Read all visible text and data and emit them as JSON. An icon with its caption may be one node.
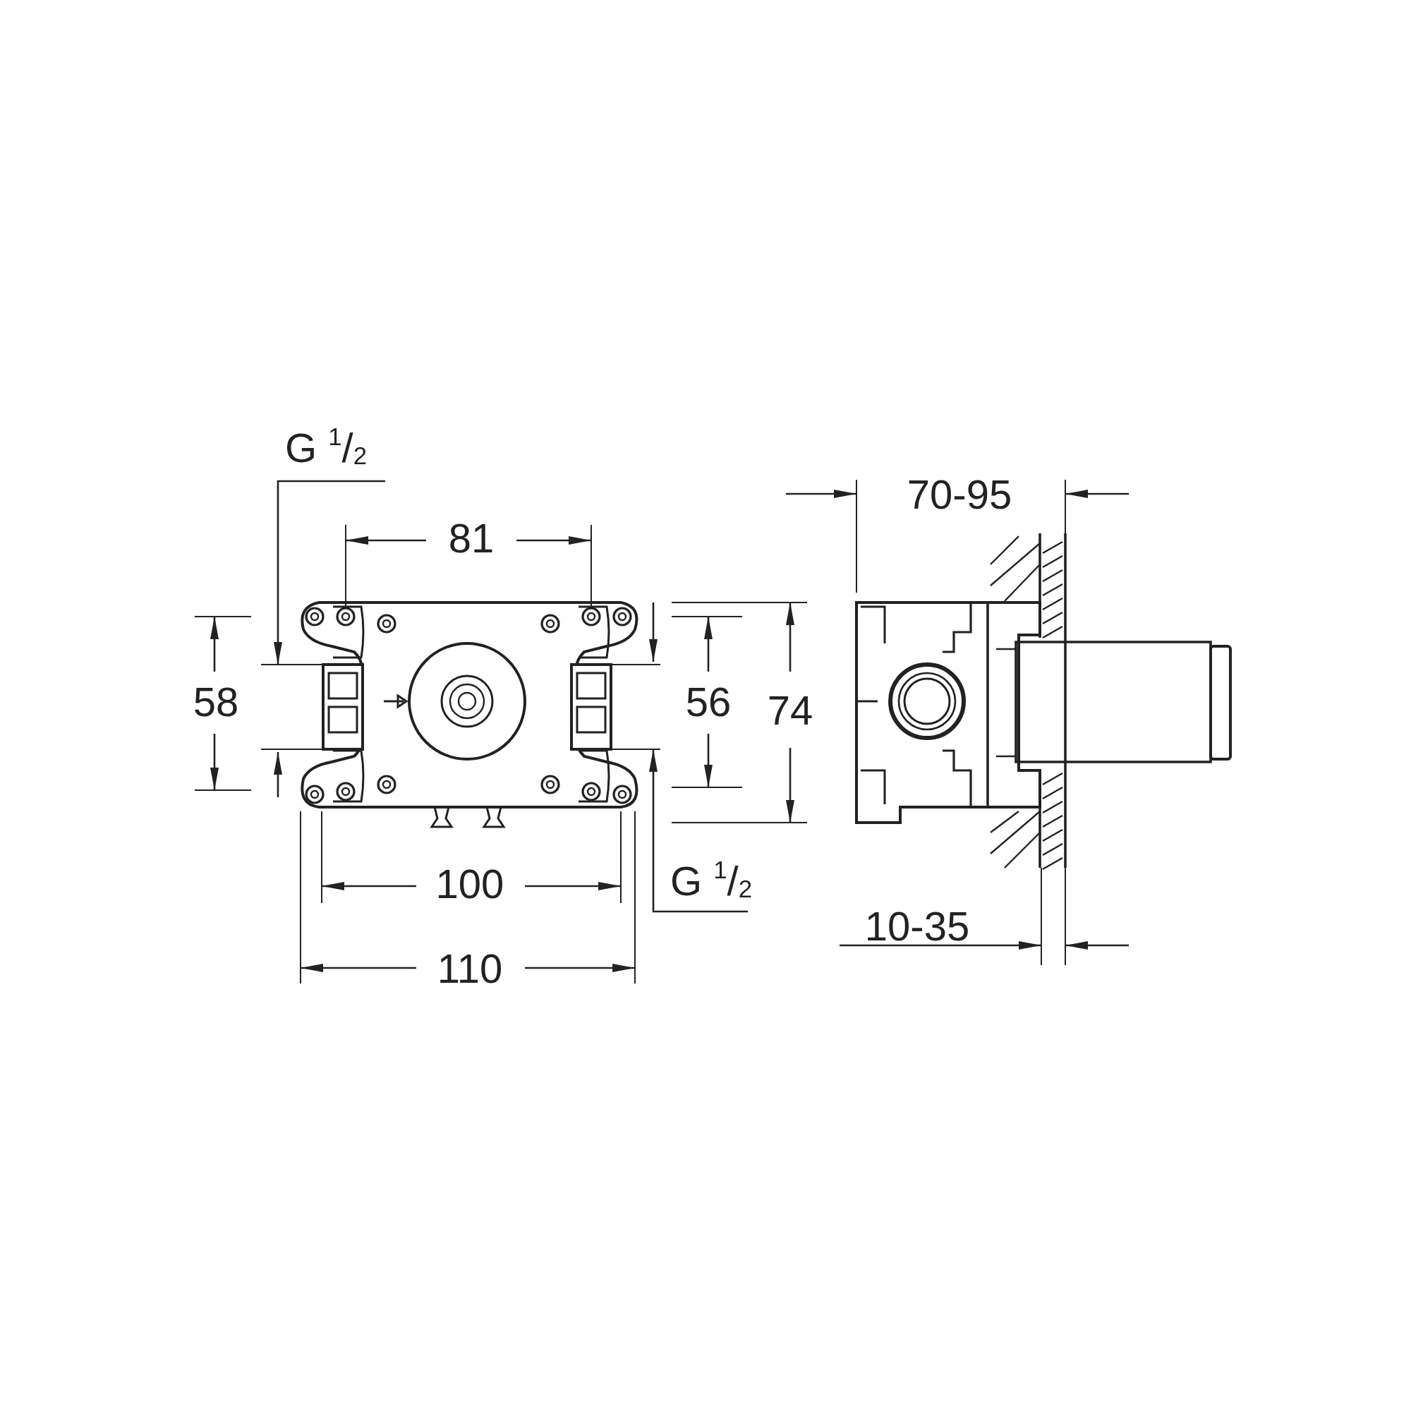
{
  "diagram": {
    "nodes": [
      {
        "text": [
          "G $^{1}$/$_{2}$"
        ]
      },
      {
        "text": [
          "G $^{1}$/$_{2}$"
        ]
      },
      {
        "text": [],
        "shape": "box"
      },
      {
        "text": [],
        "shape": "box"
      }
    ],
    "edges": [
      {
        "from": 0,
        "to": 2,
        "arrow": "to"
      },
      {
        "from": 1,
        "to": 3,
        "arrow": "to"
      }
    ],
    "labels": [
      "70-95",
      "81",
      "58",
      "56",
      "74",
      "100",
      "110",
      "10-35"
    ]
  }
}
